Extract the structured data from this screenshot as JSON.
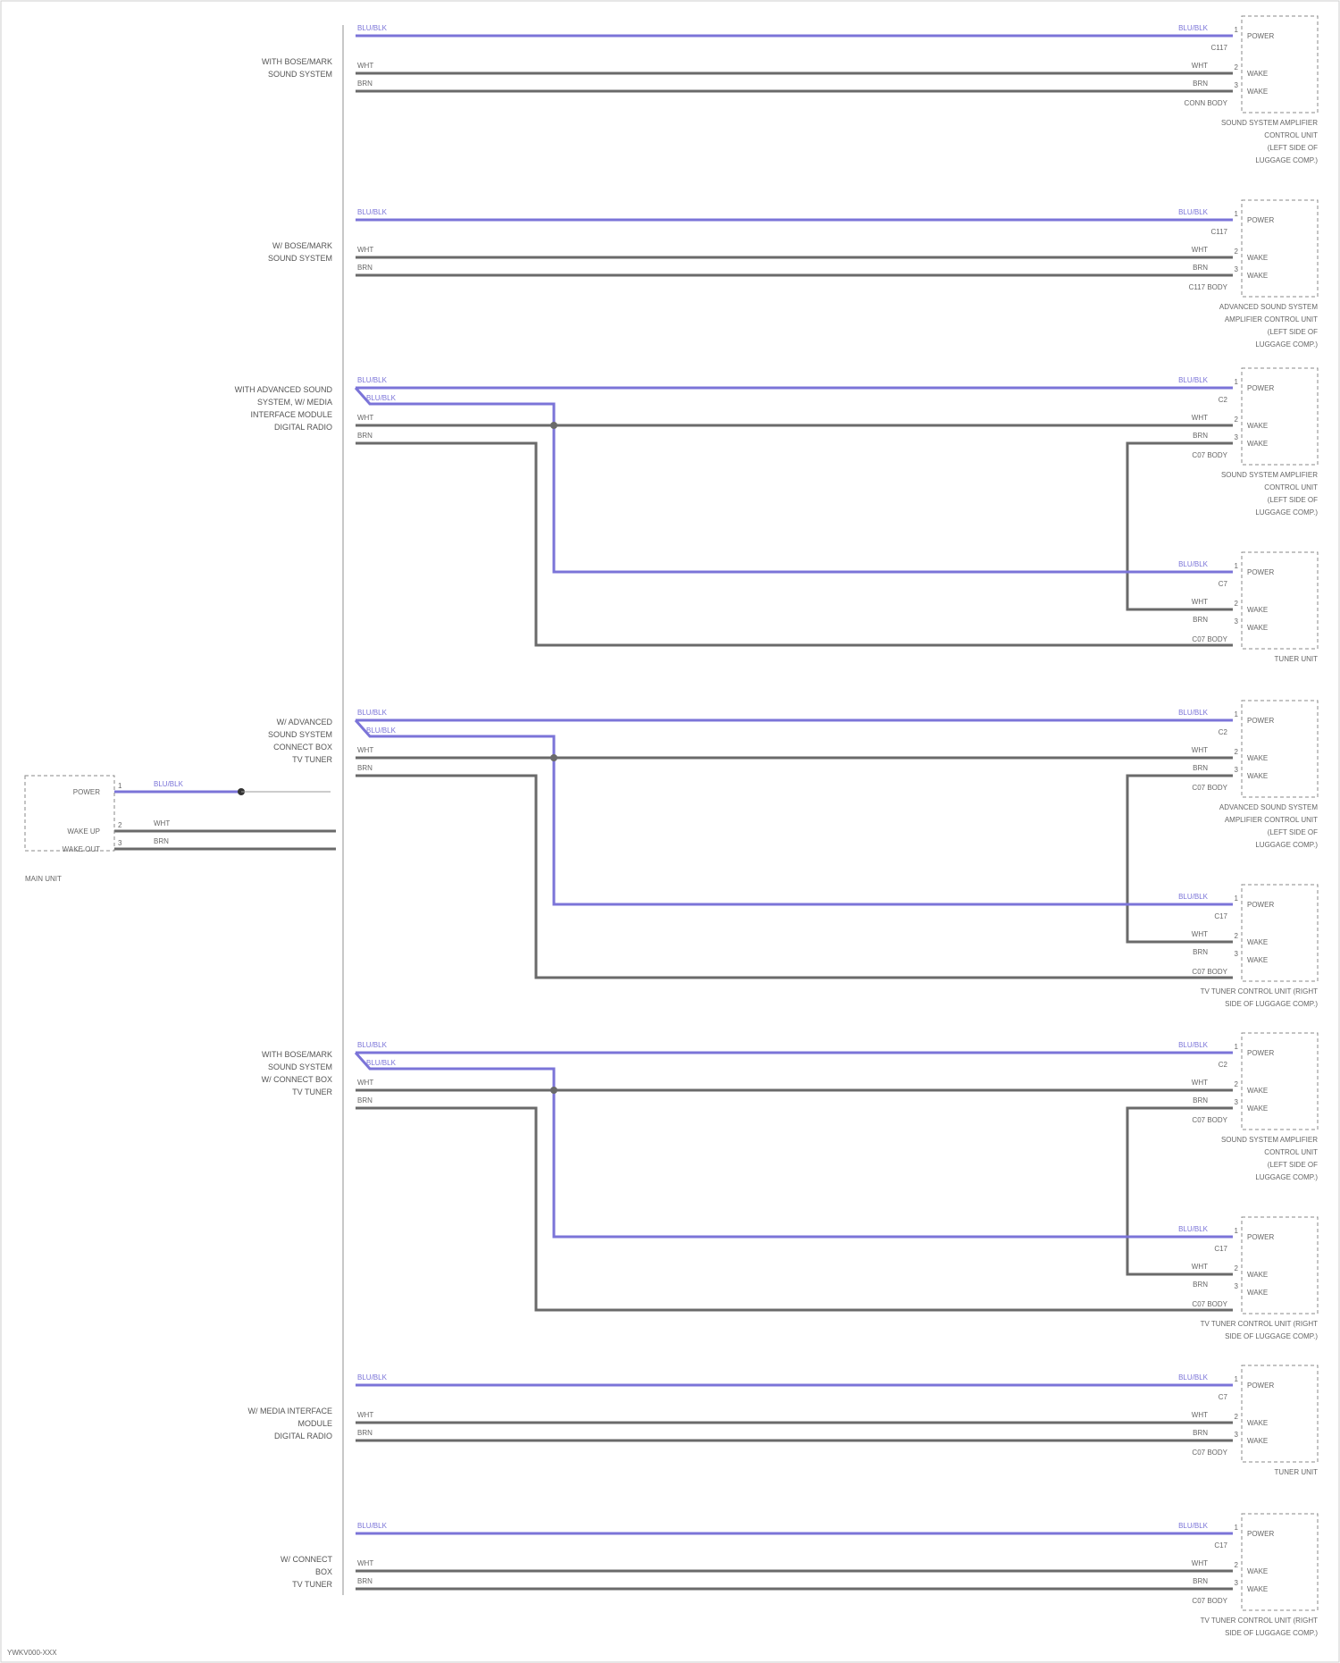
{
  "diagram": {
    "footer_code": "YWKV000-XXX",
    "left_component": {
      "name": "MAIN UNIT",
      "pins": [
        {
          "num": "1",
          "signal": "POWER",
          "wire": "BLU/BLK"
        },
        {
          "num": "2",
          "signal": "WAKE UP",
          "wire": "WHT"
        },
        {
          "num": "3",
          "signal": "WAKE OUT",
          "wire": "BRN"
        }
      ]
    },
    "groups": [
      {
        "left_label": [
          "WITH BOSE/MARK",
          "SOUND SYSTEM"
        ],
        "left_wires": [
          "BLU/BLK",
          "WHT",
          "BRN"
        ],
        "right_units": [
          {
            "wires": [
              "BLU/BLK",
              "WHT",
              "BRN"
            ],
            "pins": [
              "POWER",
              "WAKE",
              "WAKE"
            ],
            "conn": "C117",
            "sub": "CONN BODY",
            "caption": [
              "SOUND SYSTEM AMPLIFIER",
              "CONTROL UNIT",
              "(LEFT SIDE OF",
              "LUGGAGE COMP.)"
            ]
          }
        ]
      },
      {
        "left_label": [
          "W/ BOSE/MARK",
          "SOUND SYSTEM"
        ],
        "left_wires": [
          "BLU/BLK",
          "WHT",
          "BRN"
        ],
        "right_units": [
          {
            "wires": [
              "BLU/BLK",
              "WHT",
              "BRN"
            ],
            "pins": [
              "POWER",
              "WAKE",
              "WAKE"
            ],
            "conn": "C117",
            "sub": "C117 BODY",
            "caption": [
              "ADVANCED SOUND SYSTEM",
              "AMPLIFIER CONTROL UNIT",
              "(LEFT SIDE OF",
              "LUGGAGE COMP.)"
            ]
          }
        ]
      },
      {
        "left_label": [
          "WITH ADVANCED SOUND",
          "SYSTEM, W/ MEDIA",
          "INTERFACE MODULE",
          "DIGITAL RADIO"
        ],
        "left_wires": [
          "BLU/BLK",
          "BLU/BLK",
          "WHT",
          "BRN"
        ],
        "right_units": [
          {
            "wires": [
              "BLU/BLK",
              "WHT",
              "BRN"
            ],
            "pins": [
              "POWER",
              "WAKE",
              "WAKE"
            ],
            "conn": "C2",
            "sub": "C07 BODY",
            "caption": [
              "SOUND SYSTEM AMPLIFIER",
              "CONTROL UNIT",
              "(LEFT SIDE OF",
              "LUGGAGE COMP.)"
            ]
          },
          {
            "wires": [
              "BLU/BLK",
              "WHT",
              "BRN"
            ],
            "pins": [
              "POWER",
              "WAKE",
              "WAKE"
            ],
            "conn": "C7",
            "sub": "C07 BODY",
            "caption": [
              "TUNER UNIT"
            ]
          }
        ]
      },
      {
        "left_label": [
          "W/ ADVANCED",
          "SOUND SYSTEM",
          "CONNECT BOX",
          "TV TUNER"
        ],
        "left_wires": [
          "BLU/BLK",
          "BLU/BLK",
          "WHT",
          "BRN"
        ],
        "right_units": [
          {
            "wires": [
              "BLU/BLK",
              "WHT",
              "BRN"
            ],
            "pins": [
              "POWER",
              "WAKE",
              "WAKE"
            ],
            "conn": "C2",
            "sub": "C07 BODY",
            "caption": [
              "ADVANCED SOUND SYSTEM",
              "AMPLIFIER CONTROL UNIT",
              "(LEFT SIDE OF",
              "LUGGAGE COMP.)"
            ]
          },
          {
            "wires": [
              "BLU/BLK",
              "WHT",
              "BRN"
            ],
            "pins": [
              "POWER",
              "WAKE",
              "WAKE"
            ],
            "conn": "C17",
            "sub": "C07 BODY",
            "caption": [
              "TV TUNER CONTROL UNIT (RIGHT",
              "SIDE OF LUGGAGE COMP.)"
            ]
          }
        ]
      },
      {
        "left_label": [
          "WITH BOSE/MARK",
          "SOUND SYSTEM",
          "W/ CONNECT BOX",
          "TV TUNER"
        ],
        "left_wires": [
          "BLU/BLK",
          "BLU/BLK",
          "WHT",
          "BRN"
        ],
        "right_units": [
          {
            "wires": [
              "BLU/BLK",
              "WHT",
              "BRN"
            ],
            "pins": [
              "POWER",
              "WAKE",
              "WAKE"
            ],
            "conn": "C2",
            "sub": "C07 BODY",
            "caption": [
              "SOUND SYSTEM AMPLIFIER",
              "CONTROL UNIT",
              "(LEFT SIDE OF",
              "LUGGAGE COMP.)"
            ]
          },
          {
            "wires": [
              "BLU/BLK",
              "WHT",
              "BRN"
            ],
            "pins": [
              "POWER",
              "WAKE",
              "WAKE"
            ],
            "conn": "C17",
            "sub": "C07 BODY",
            "caption": [
              "TV TUNER CONTROL UNIT (RIGHT",
              "SIDE OF LUGGAGE COMP.)"
            ]
          }
        ]
      },
      {
        "left_label": [
          "W/ MEDIA INTERFACE",
          "MODULE",
          "DIGITAL RADIO"
        ],
        "left_wires": [
          "BLU/BLK",
          "WHT",
          "BRN"
        ],
        "right_units": [
          {
            "wires": [
              "BLU/BLK",
              "WHT",
              "BRN"
            ],
            "pins": [
              "POWER",
              "WAKE",
              "WAKE"
            ],
            "conn": "C7",
            "sub": "C07 BODY",
            "caption": [
              "TUNER UNIT"
            ]
          }
        ]
      },
      {
        "left_label": [
          "W/ CONNECT",
          "BOX",
          "TV TUNER"
        ],
        "left_wires": [
          "BLU/BLK",
          "WHT",
          "BRN"
        ],
        "right_units": [
          {
            "wires": [
              "BLU/BLK",
              "WHT",
              "BRN"
            ],
            "pins": [
              "POWER",
              "WAKE",
              "WAKE"
            ],
            "conn": "C17",
            "sub": "C07 BODY",
            "caption": [
              "TV TUNER CONTROL UNIT (RIGHT",
              "SIDE OF LUGGAGE COMP.)"
            ]
          }
        ]
      }
    ]
  }
}
